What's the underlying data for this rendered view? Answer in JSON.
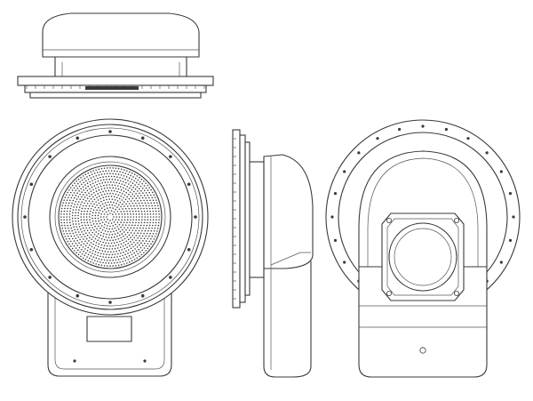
{
  "drawing": {
    "type": "technical line drawing",
    "views": [
      {
        "name": "top-view"
      },
      {
        "name": "front-view",
        "grille": true
      },
      {
        "name": "side-view"
      },
      {
        "name": "rear-view"
      }
    ],
    "colors": {
      "stroke": "#3a3a3a",
      "background": "#ffffff"
    }
  }
}
